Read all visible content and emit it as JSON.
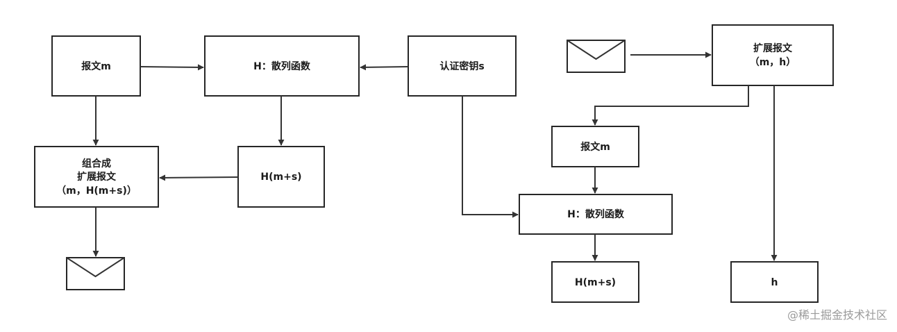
{
  "nodes": {
    "message_m_left": "报文m",
    "hash_left": "H：散列函数",
    "auth_key": "认证密钥s",
    "combine_line1": "组合成",
    "combine_line2": "扩展报文",
    "combine_line3": "（m，H(m+s)）",
    "hmac_left": "H(m+s)",
    "ext_msg_line1": "扩展报文",
    "ext_msg_line2": "（m，h）",
    "message_m_right": "报文m",
    "hash_right": "H：散列函数",
    "hmac_right": "H(m+s)",
    "h": "h"
  },
  "icons": [
    "envelope-icon",
    "envelope-icon"
  ],
  "watermark": "@稀土掘金技术社区",
  "colors": {
    "stroke": "#262626",
    "arrow": "#333333",
    "watermark": "#9a9a9a"
  }
}
